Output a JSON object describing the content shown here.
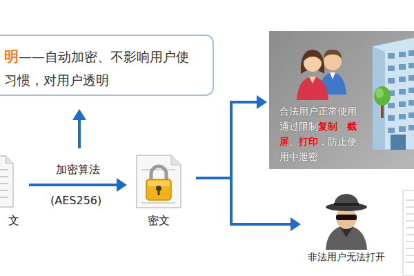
{
  "diagram": {
    "nodes": [
      {
        "text": [
          "明",
          "——自动加密、不影响用户使 习惯，对用户透明"
        ]
      },
      {
        "text": [
          "文"
        ]
      },
      {
        "text": [
          "密文"
        ]
      },
      {
        "text": [
          "合法用户正常使用",
          "通过限制",
          "复制",
          "、",
          "截屏",
          "、",
          "打印",
          "，防止使用中泄密"
        ]
      },
      {
        "text": [
          "非法用户无法打开"
        ]
      }
    ],
    "edges": [
      {
        "from": 1,
        "to": 2,
        "arrow": "to",
        "label": "加密算法"
      },
      {
        "from": 2,
        "to": 3,
        "arrow": "to"
      },
      {
        "from": 2,
        "to": 4,
        "arrow": "to"
      }
    ],
    "labels": [
      "(AES256)"
    ]
  }
}
